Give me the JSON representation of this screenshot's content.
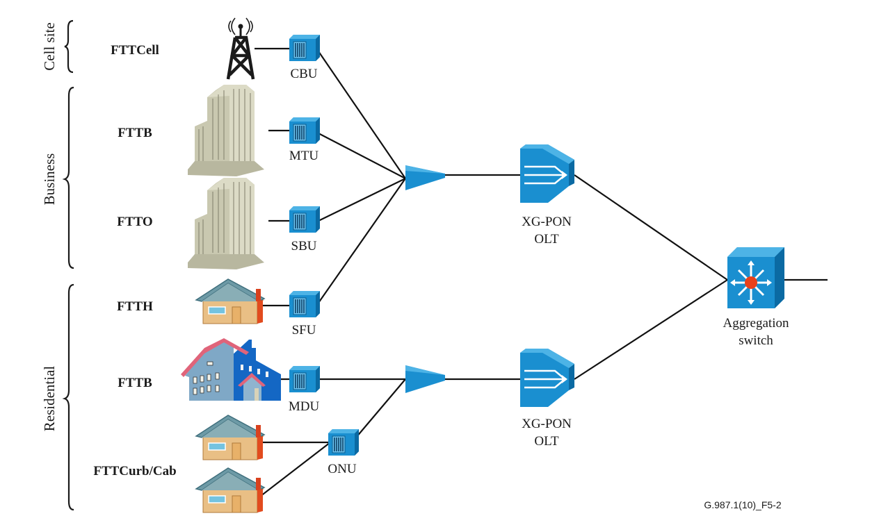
{
  "groups": [
    {
      "label": "Cell site"
    },
    {
      "label": "Business"
    },
    {
      "label": "Residential"
    }
  ],
  "services": [
    "FTTCell",
    "FTTB",
    "FTTO",
    "FTTH",
    "FTTB",
    "FTTCurb/Cab"
  ],
  "onus": [
    "CBU",
    "MTU",
    "SBU",
    "SFU",
    "MDU",
    "ONU"
  ],
  "olts": [
    {
      "line1": "XG-PON",
      "line2": "OLT"
    },
    {
      "line1": "XG-PON",
      "line2": "OLT"
    }
  ],
  "switch": {
    "line1": "Aggregation",
    "line2": "switch"
  },
  "figure_id": "G.987.1(10)_F5-2",
  "colors": {
    "device": "#1a8fd0",
    "device_dark": "#0b6aa3",
    "line": "#111111",
    "text": "#1a1a1a",
    "switch_core": "#e8411b"
  }
}
